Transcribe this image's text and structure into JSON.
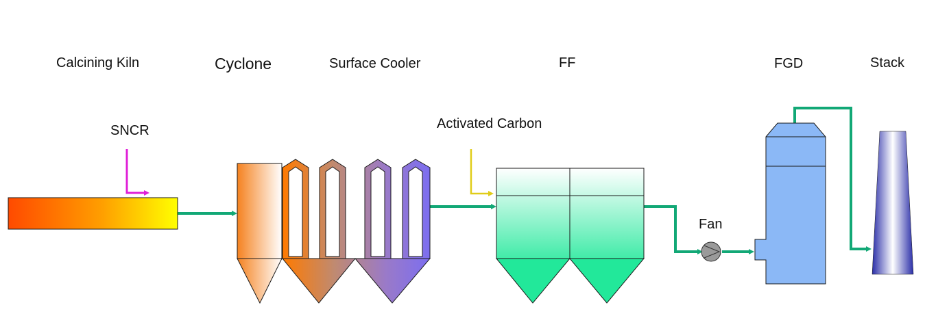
{
  "labels": {
    "kiln": "Calcining Kiln",
    "cyclone": "Cyclone",
    "cooler": "Surface Cooler",
    "ff": "FF",
    "fgd": "FGD",
    "stack": "Stack",
    "sncr": "SNCR",
    "carbon": "Activated Carbon",
    "fan": "Fan"
  },
  "colors": {
    "flue_line": "#12a876",
    "sncr_line": "#e020d8",
    "carbon_line": "#e0cc18",
    "outline": "#1a1a1a",
    "kiln_gradient": [
      "#ff4a00",
      "#ff9e00",
      "#ffff00"
    ],
    "cyclone_gradient": [
      "#f58220",
      "#ffffff"
    ],
    "cooler_gradient": [
      "#ff7a00",
      "#c08a70",
      "#9a7ac8",
      "#7c6ef0"
    ],
    "ff_top": "#ffffff",
    "ff_bottom": "#22e89a",
    "fgd_fill": "#8bb8f6",
    "stack_gradient": [
      "#2a2ea8",
      "#ffffff",
      "#2a2ea8"
    ],
    "fan_fill": "#9a9a9a"
  }
}
